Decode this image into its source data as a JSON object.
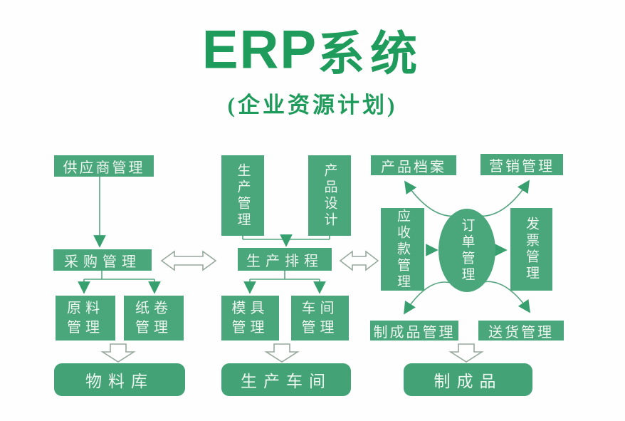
{
  "title": {
    "latin": "ERP",
    "cjk": "系统",
    "subtitle": "(企业资源计划)"
  },
  "colors": {
    "title_green": "#1f9b5b",
    "box_green": "#4aa67b",
    "rounded_box_green": "#43a376",
    "box_text": "#eef6f0",
    "connector_green": "#58a582",
    "arrowhead_green": "#38a06f",
    "outline_arrow_stroke": "#97a99d",
    "background": "#ffffff"
  },
  "nodes": {
    "supplier": {
      "label": "供应商管理"
    },
    "purchasing": {
      "label": "采购管理"
    },
    "raw_material": {
      "label": "原料管理"
    },
    "paper_roll": {
      "label": "纸卷管理"
    },
    "material_warehouse": {
      "label": "物料库"
    },
    "production_mgmt": {
      "label": "生产管理"
    },
    "product_design": {
      "label": "产品设计"
    },
    "production_scheduling": {
      "label": "生产排程"
    },
    "mold_mgmt": {
      "label": "模具管理"
    },
    "workshop_mgmt": {
      "label": "车间管理"
    },
    "production_workshop": {
      "label": "生产车间"
    },
    "product_archive": {
      "label": "产品档案"
    },
    "marketing_mgmt": {
      "label": "营销管理"
    },
    "receivables_mgmt": {
      "label": "应收款管理"
    },
    "order_mgmt": {
      "label": "订单管理"
    },
    "invoice_mgmt": {
      "label": "发票管理"
    },
    "finished_goods_mgmt": {
      "label": "制成品管理"
    },
    "delivery_mgmt": {
      "label": "送货管理"
    },
    "finished_goods": {
      "label": "制成品"
    }
  },
  "edges": [
    {
      "from": "supplier",
      "to": "purchasing",
      "type": "arrow"
    },
    {
      "from": "purchasing",
      "to": "raw_material",
      "type": "arrow"
    },
    {
      "from": "purchasing",
      "to": "paper_roll",
      "type": "arrow"
    },
    {
      "from": "raw_material+paper_roll",
      "to": "material_warehouse",
      "type": "block-arrow"
    },
    {
      "from": "production_mgmt+product_design",
      "to": "production_scheduling",
      "type": "arrow"
    },
    {
      "from": "purchasing",
      "to": "production_scheduling",
      "type": "double-arrow"
    },
    {
      "from": "production_scheduling",
      "to": "receivables_mgmt",
      "type": "double-arrow"
    },
    {
      "from": "production_scheduling",
      "to": "mold_mgmt",
      "type": "arrow"
    },
    {
      "from": "production_scheduling",
      "to": "workshop_mgmt",
      "type": "arrow"
    },
    {
      "from": "mold_mgmt+workshop_mgmt",
      "to": "production_workshop",
      "type": "block-arrow"
    },
    {
      "from": "order_mgmt",
      "to": "product_archive",
      "type": "curved-arrow"
    },
    {
      "from": "order_mgmt",
      "to": "marketing_mgmt",
      "type": "curved-arrow"
    },
    {
      "from": "order_mgmt",
      "to": "receivables_mgmt",
      "type": "arrow"
    },
    {
      "from": "order_mgmt",
      "to": "invoice_mgmt",
      "type": "arrow"
    },
    {
      "from": "order_mgmt",
      "to": "finished_goods_mgmt",
      "type": "curved-arrow"
    },
    {
      "from": "order_mgmt",
      "to": "delivery_mgmt",
      "type": "curved-arrow"
    },
    {
      "from": "finished_goods_mgmt+delivery_mgmt",
      "to": "finished_goods",
      "type": "block-arrow"
    }
  ]
}
